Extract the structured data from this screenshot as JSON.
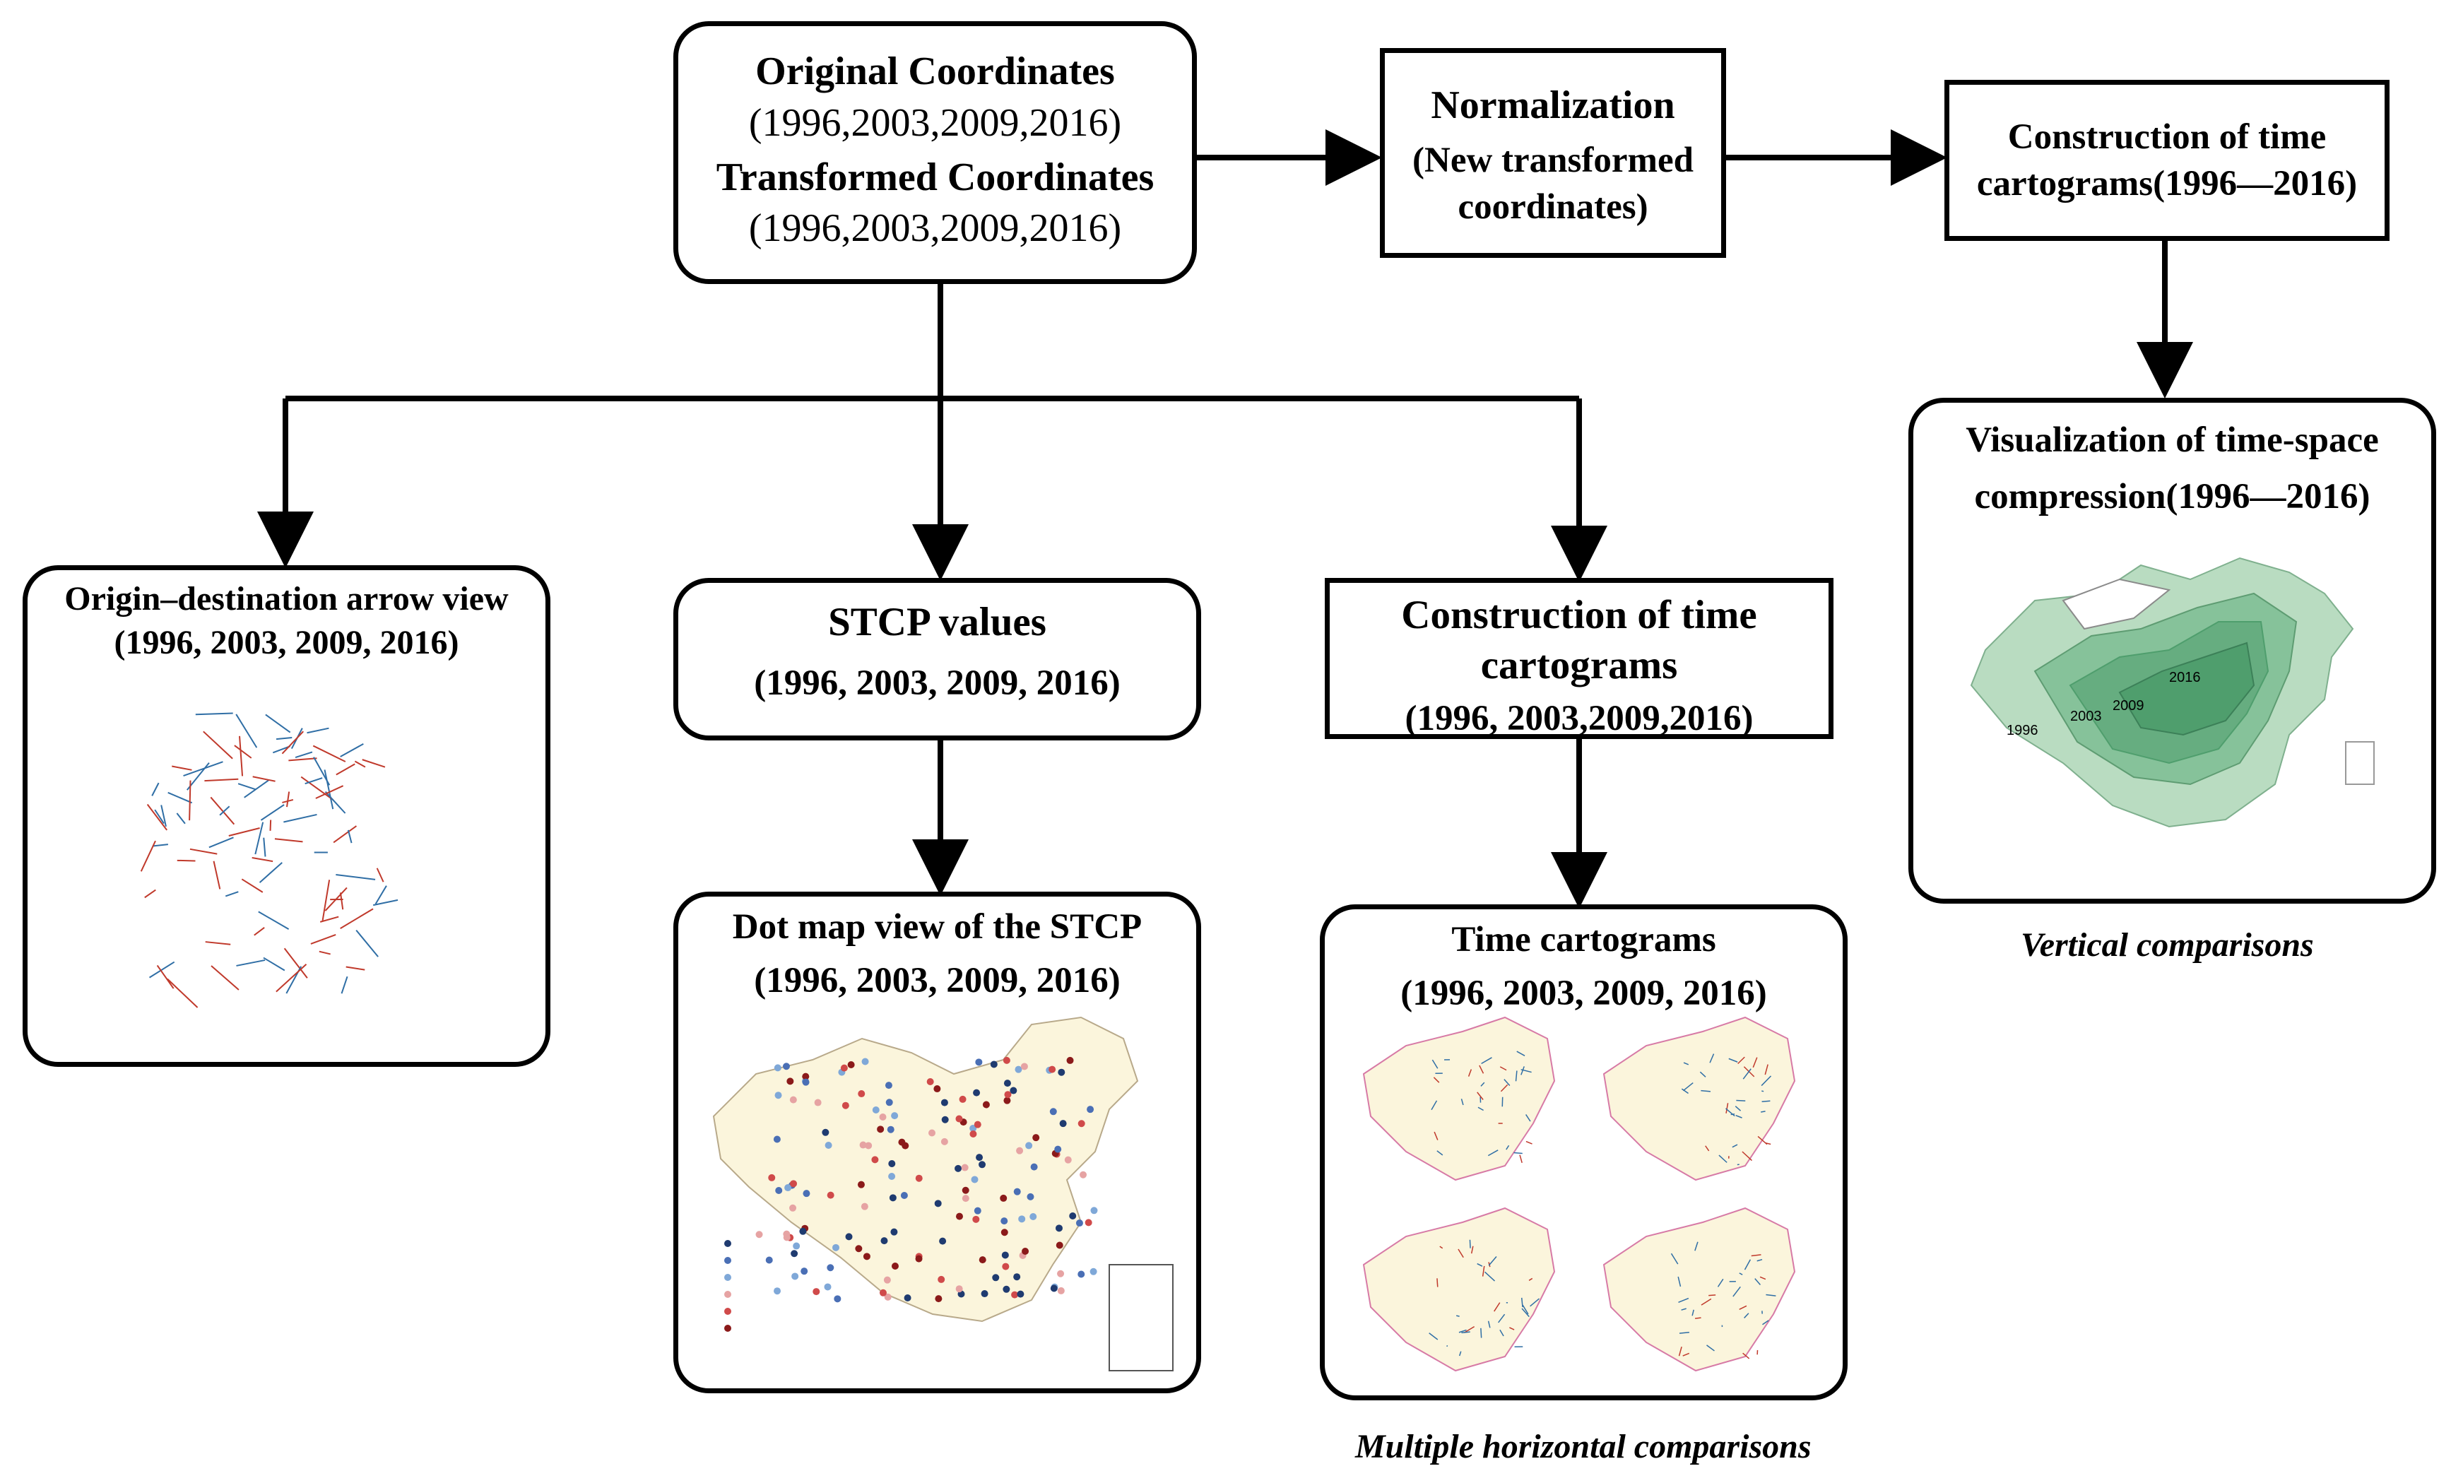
{
  "nodes": {
    "coords": {
      "original_label": "Original Coordinates",
      "original_years": "(1996,2003,2009,2016)",
      "transformed_label": "Transformed Coordinates",
      "transformed_years": "(1996,2003,2009,2016)"
    },
    "normalization": {
      "title": "Normalization",
      "line1": "(New transformed",
      "line2": "coordinates)"
    },
    "construction_overall": {
      "line1": "Construction of time",
      "line2": "cartograms(1996—2016)"
    },
    "visualization": {
      "line1": "Visualization of time-space",
      "line2": "compression(1996—2016)",
      "contour_labels": [
        "1996",
        "2003",
        "2009",
        "2016"
      ]
    },
    "od_arrow": {
      "line1": "Origin–destination arrow view",
      "line2": "(1996, 2003, 2009, 2016)"
    },
    "stcp_values": {
      "title": "STCP values",
      "years": "(1996, 2003, 2009, 2016)"
    },
    "construction_each": {
      "line1": "Construction of time",
      "line2": "cartograms",
      "line3": "(1996, 2003,2009,2016)"
    },
    "dot_map": {
      "line1": "Dot map view of the STCP",
      "line2": "(1996, 2003, 2009, 2016)"
    },
    "time_cartograms": {
      "line1": "Time cartograms",
      "line2": "(1996, 2003, 2009, 2016)"
    }
  },
  "captions": {
    "vertical": "Vertical comparisons",
    "horizontal": "Multiple horizontal comparisons"
  },
  "colors": {
    "line": "#000000",
    "map_fill": "#fbf5dc",
    "green_light": "#b9dcc1",
    "green_mid": "#86c29a",
    "green_dark": "#4f9e6d",
    "arrow_red": "#c0392b",
    "arrow_blue": "#2f6ea5"
  }
}
